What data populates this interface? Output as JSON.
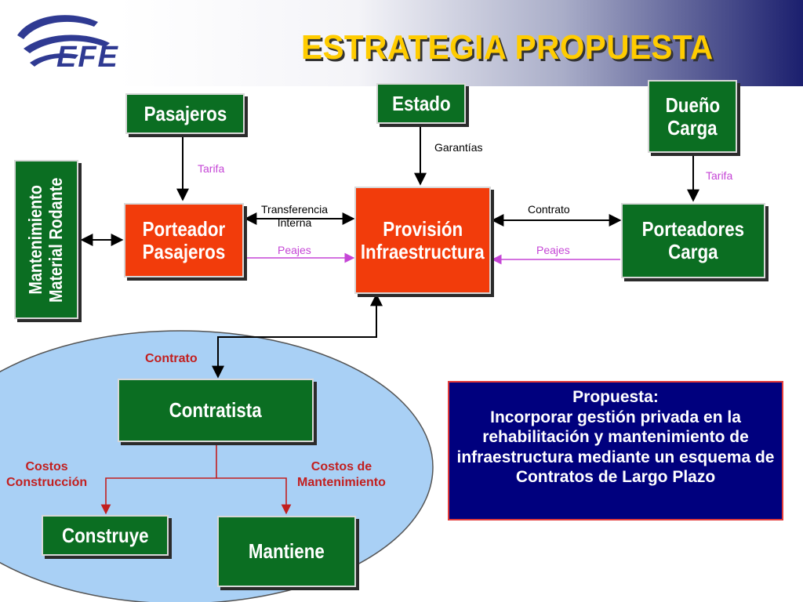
{
  "title": "ESTRATEGIA PROPUESTA",
  "logo": {
    "text": "EFE"
  },
  "nodes": {
    "pasajeros": "Pasajeros",
    "estado": "Estado",
    "dueno_carga": [
      "Dueño",
      "Carga"
    ],
    "mantenimiento": [
      "Mantenimiento",
      "Material Rodante"
    ],
    "porteador_pasajeros": [
      "Porteador",
      "Pasajeros"
    ],
    "provision": [
      "Provisión",
      "Infraestructura"
    ],
    "porteadores_carga": [
      "Porteadores",
      "Carga"
    ],
    "contratista": "Contratista",
    "construye": "Construye",
    "mantiene": "Mantiene"
  },
  "labels": {
    "tarifa_left": "Tarifa",
    "tarifa_right": "Tarifa",
    "garantias": "Garantías",
    "transferencia": [
      "Transferencia",
      "Interna"
    ],
    "peajes_left": "Peajes",
    "contrato_right": "Contrato",
    "peajes_right": "Peajes",
    "contrato_bottom": "Contrato",
    "costos_construccion": [
      "Costos",
      "Construcción"
    ],
    "costos_mantenimiento": [
      "Costos de",
      "Mantenimiento"
    ]
  },
  "proposal": {
    "heading": "Propuesta:",
    "body": "Incorporar gestión privada en la rehabilitación y mantenimiento de infraestructura mediante un esquema de Contratos de Largo Plazo"
  },
  "colors": {
    "node_green": "#0b6e22",
    "node_orange": "#f23c0b",
    "title_yellow": "#ffcc00",
    "proposal_navy": "#00007e",
    "ellipse_blue": "#a9d0f5",
    "header_gradient_end": "#1b1f6e"
  }
}
